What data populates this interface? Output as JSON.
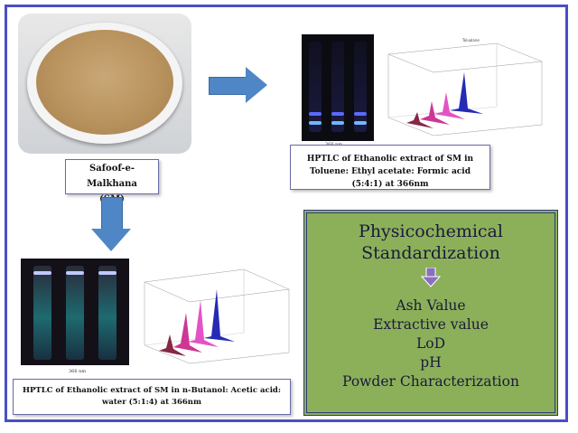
{
  "sample": {
    "name": "Safoof-e- Malkhana",
    "abbr": "(SM)"
  },
  "hplc_top": {
    "caption": "HPTLC of Ethanolic extract of SM in Toluene: Ethyl acetate: Formic acid (5:4:1) at 366nm",
    "plate_label": "366 nm",
    "series_colors": [
      "#7a1030",
      "#c8208a",
      "#e040c0",
      "#1a20b0"
    ]
  },
  "hplc_bottom": {
    "caption": "HPTLC of Ethanolic extract of SM in n-Butanol: Acetic acid: water (5:1:4) at 366nm",
    "plate_label": "366 nm"
  },
  "standardization": {
    "title": "Physicochemical Standardization",
    "items": [
      "Ash Value",
      "Extractive value",
      "LoD",
      "pH",
      "Powder Characterization"
    ]
  },
  "colors": {
    "frame": "#4a4fc4",
    "arrow": "#4f86c6",
    "green_box": "#8cb05a",
    "down_arrow": "#8a6fc0"
  }
}
